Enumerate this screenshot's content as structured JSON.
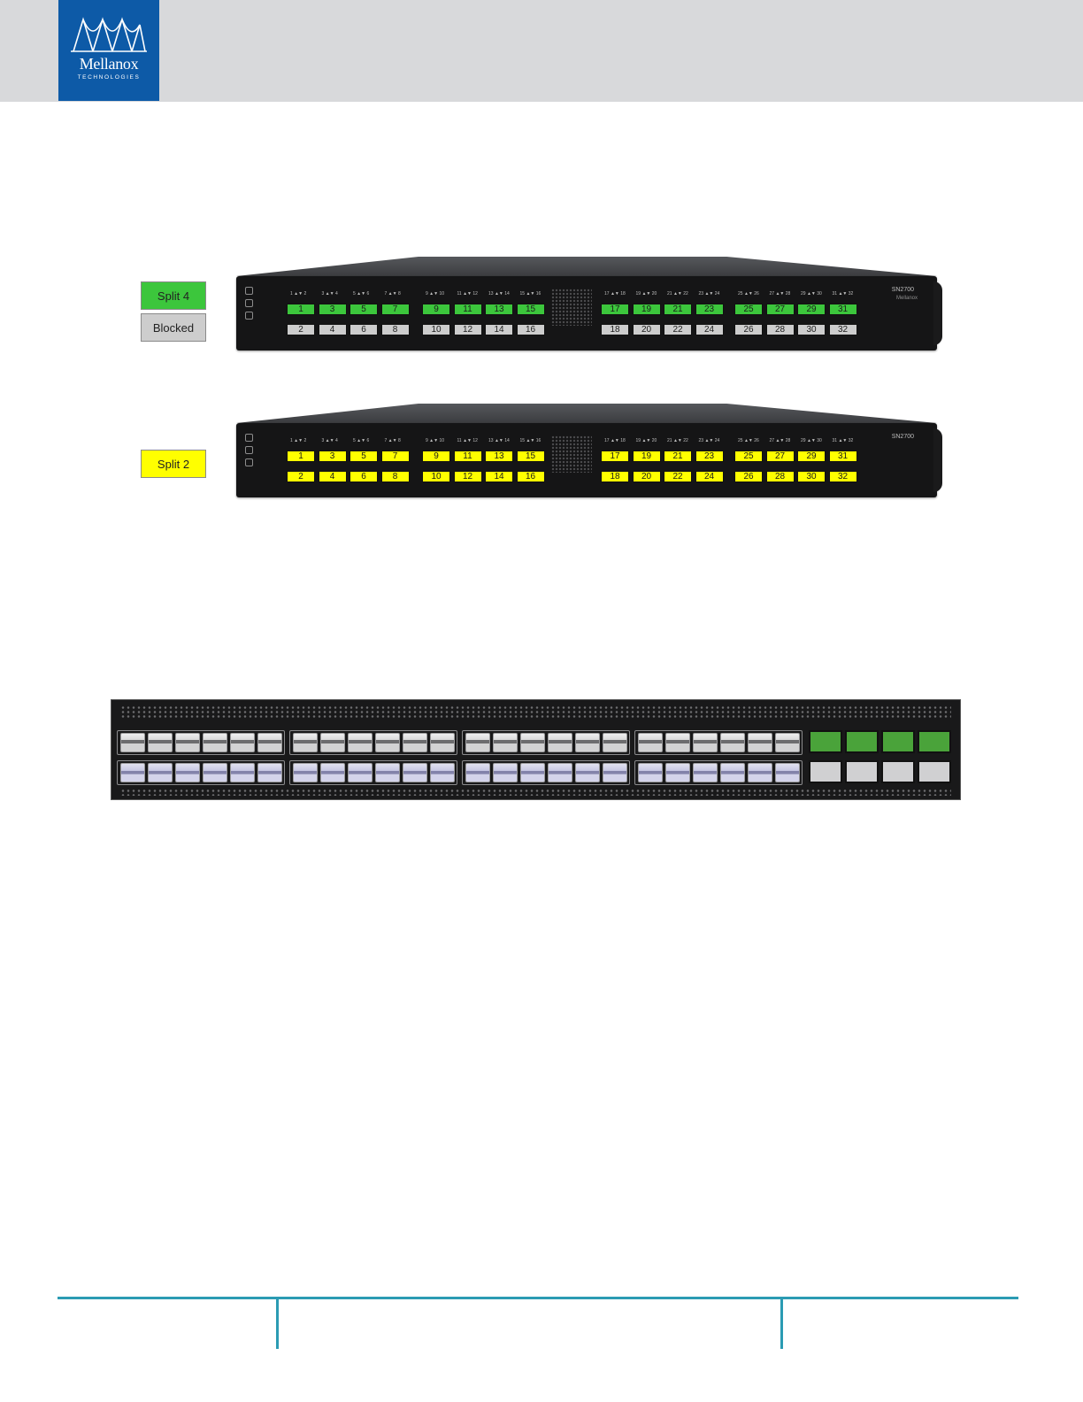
{
  "header": {
    "logo": {
      "name": "Mellanox",
      "sub": "TECHNOLOGIES",
      "icon": "bridge-logo-icon"
    }
  },
  "legend": {
    "split4": "Split 4",
    "blocked": "Blocked",
    "split2": "Split 2"
  },
  "switch_top": {
    "model": "SN2700",
    "brand": "Mellanox",
    "led_labels": [
      "1 ▲▼ 2",
      "3 ▲▼ 4",
      "5 ▲▼ 6",
      "7 ▲▼ 8",
      "9 ▲▼ 10",
      "11 ▲▼ 12",
      "13 ▲▼ 14",
      "15 ▲▼ 16",
      "17 ▲▼ 18",
      "19 ▲▼ 20",
      "21 ▲▼ 22",
      "23 ▲▼ 24",
      "25 ▲▼ 26",
      "27 ▲▼ 28",
      "29 ▲▼ 30",
      "31 ▲▼ 32"
    ],
    "top_row": [
      "1",
      "3",
      "5",
      "7",
      "9",
      "11",
      "13",
      "15",
      "17",
      "19",
      "21",
      "23",
      "25",
      "27",
      "29",
      "31"
    ],
    "bottom_row": [
      "2",
      "4",
      "6",
      "8",
      "10",
      "12",
      "14",
      "16",
      "18",
      "20",
      "22",
      "24",
      "26",
      "28",
      "30",
      "32"
    ],
    "top_state": "Split 4",
    "bottom_state": "Blocked"
  },
  "switch_bottom": {
    "model": "SN2700",
    "led_labels": [
      "1 ▲▼ 2",
      "3 ▲▼ 4",
      "5 ▲▼ 6",
      "7 ▲▼ 8",
      "9 ▲▼ 10",
      "11 ▲▼ 12",
      "13 ▲▼ 14",
      "15 ▲▼ 16",
      "17 ▲▼ 18",
      "19 ▲▼ 20",
      "21 ▲▼ 22",
      "23 ▲▼ 24",
      "25 ▲▼ 26",
      "27 ▲▼ 28",
      "29 ▲▼ 30",
      "31 ▲▼ 32"
    ],
    "top_row": [
      "1",
      "3",
      "5",
      "7",
      "9",
      "11",
      "13",
      "15",
      "17",
      "19",
      "21",
      "23",
      "25",
      "27",
      "29",
      "31"
    ],
    "bottom_row": [
      "2",
      "4",
      "6",
      "8",
      "10",
      "12",
      "14",
      "16",
      "18",
      "20",
      "22",
      "24",
      "26",
      "28",
      "30",
      "32"
    ],
    "state": "Split 2"
  },
  "colors": {
    "split4": "#3cc63c",
    "blocked": "#cdcdcd",
    "split2": "#ffff00",
    "brand_blue": "#0d5aa7",
    "footer_rule": "#2b9bb3"
  }
}
